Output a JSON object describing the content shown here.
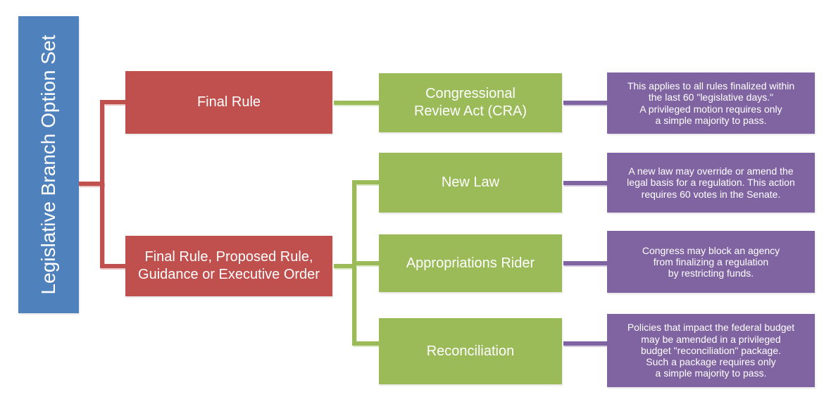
{
  "diagram": {
    "root": {
      "label": "Legislative Branch Option Set"
    },
    "branches": [
      {
        "option": {
          "label": "Final Rule"
        },
        "children": [
          {
            "action": {
              "label": "Congressional\nReview Act (CRA)"
            },
            "detail": {
              "text": "This applies to all rules finalized within\nthe last 60 \"legislative days.\"\nA privileged motion requires only\na simple majority to pass."
            }
          }
        ]
      },
      {
        "option": {
          "label": "Final Rule, Proposed Rule,\nGuidance or Executive Order"
        },
        "children": [
          {
            "action": {
              "label": "New Law"
            },
            "detail": {
              "text": "A new law may override or amend the\nlegal basis for a regulation. This action\nrequires 60 votes in the Senate."
            }
          },
          {
            "action": {
              "label": "Appropriations Rider"
            },
            "detail": {
              "text": "Congress may block an agency\nfrom finalizing a regulation\nby restricting funds."
            }
          },
          {
            "action": {
              "label": "Reconciliation"
            },
            "detail": {
              "text": "Policies that impact the federal budget\nmay be amended in a privileged\nbudget \"reconciliation\" package.\nSuch a package requires only\na simple majority to pass."
            }
          }
        ]
      }
    ],
    "colors": {
      "root": "#4F81BD",
      "option_level": "#C0504D",
      "action_level": "#9BBB59",
      "detail_level": "#8064A2",
      "text": "#FFFFFF",
      "background": "#FFFFFF"
    }
  }
}
